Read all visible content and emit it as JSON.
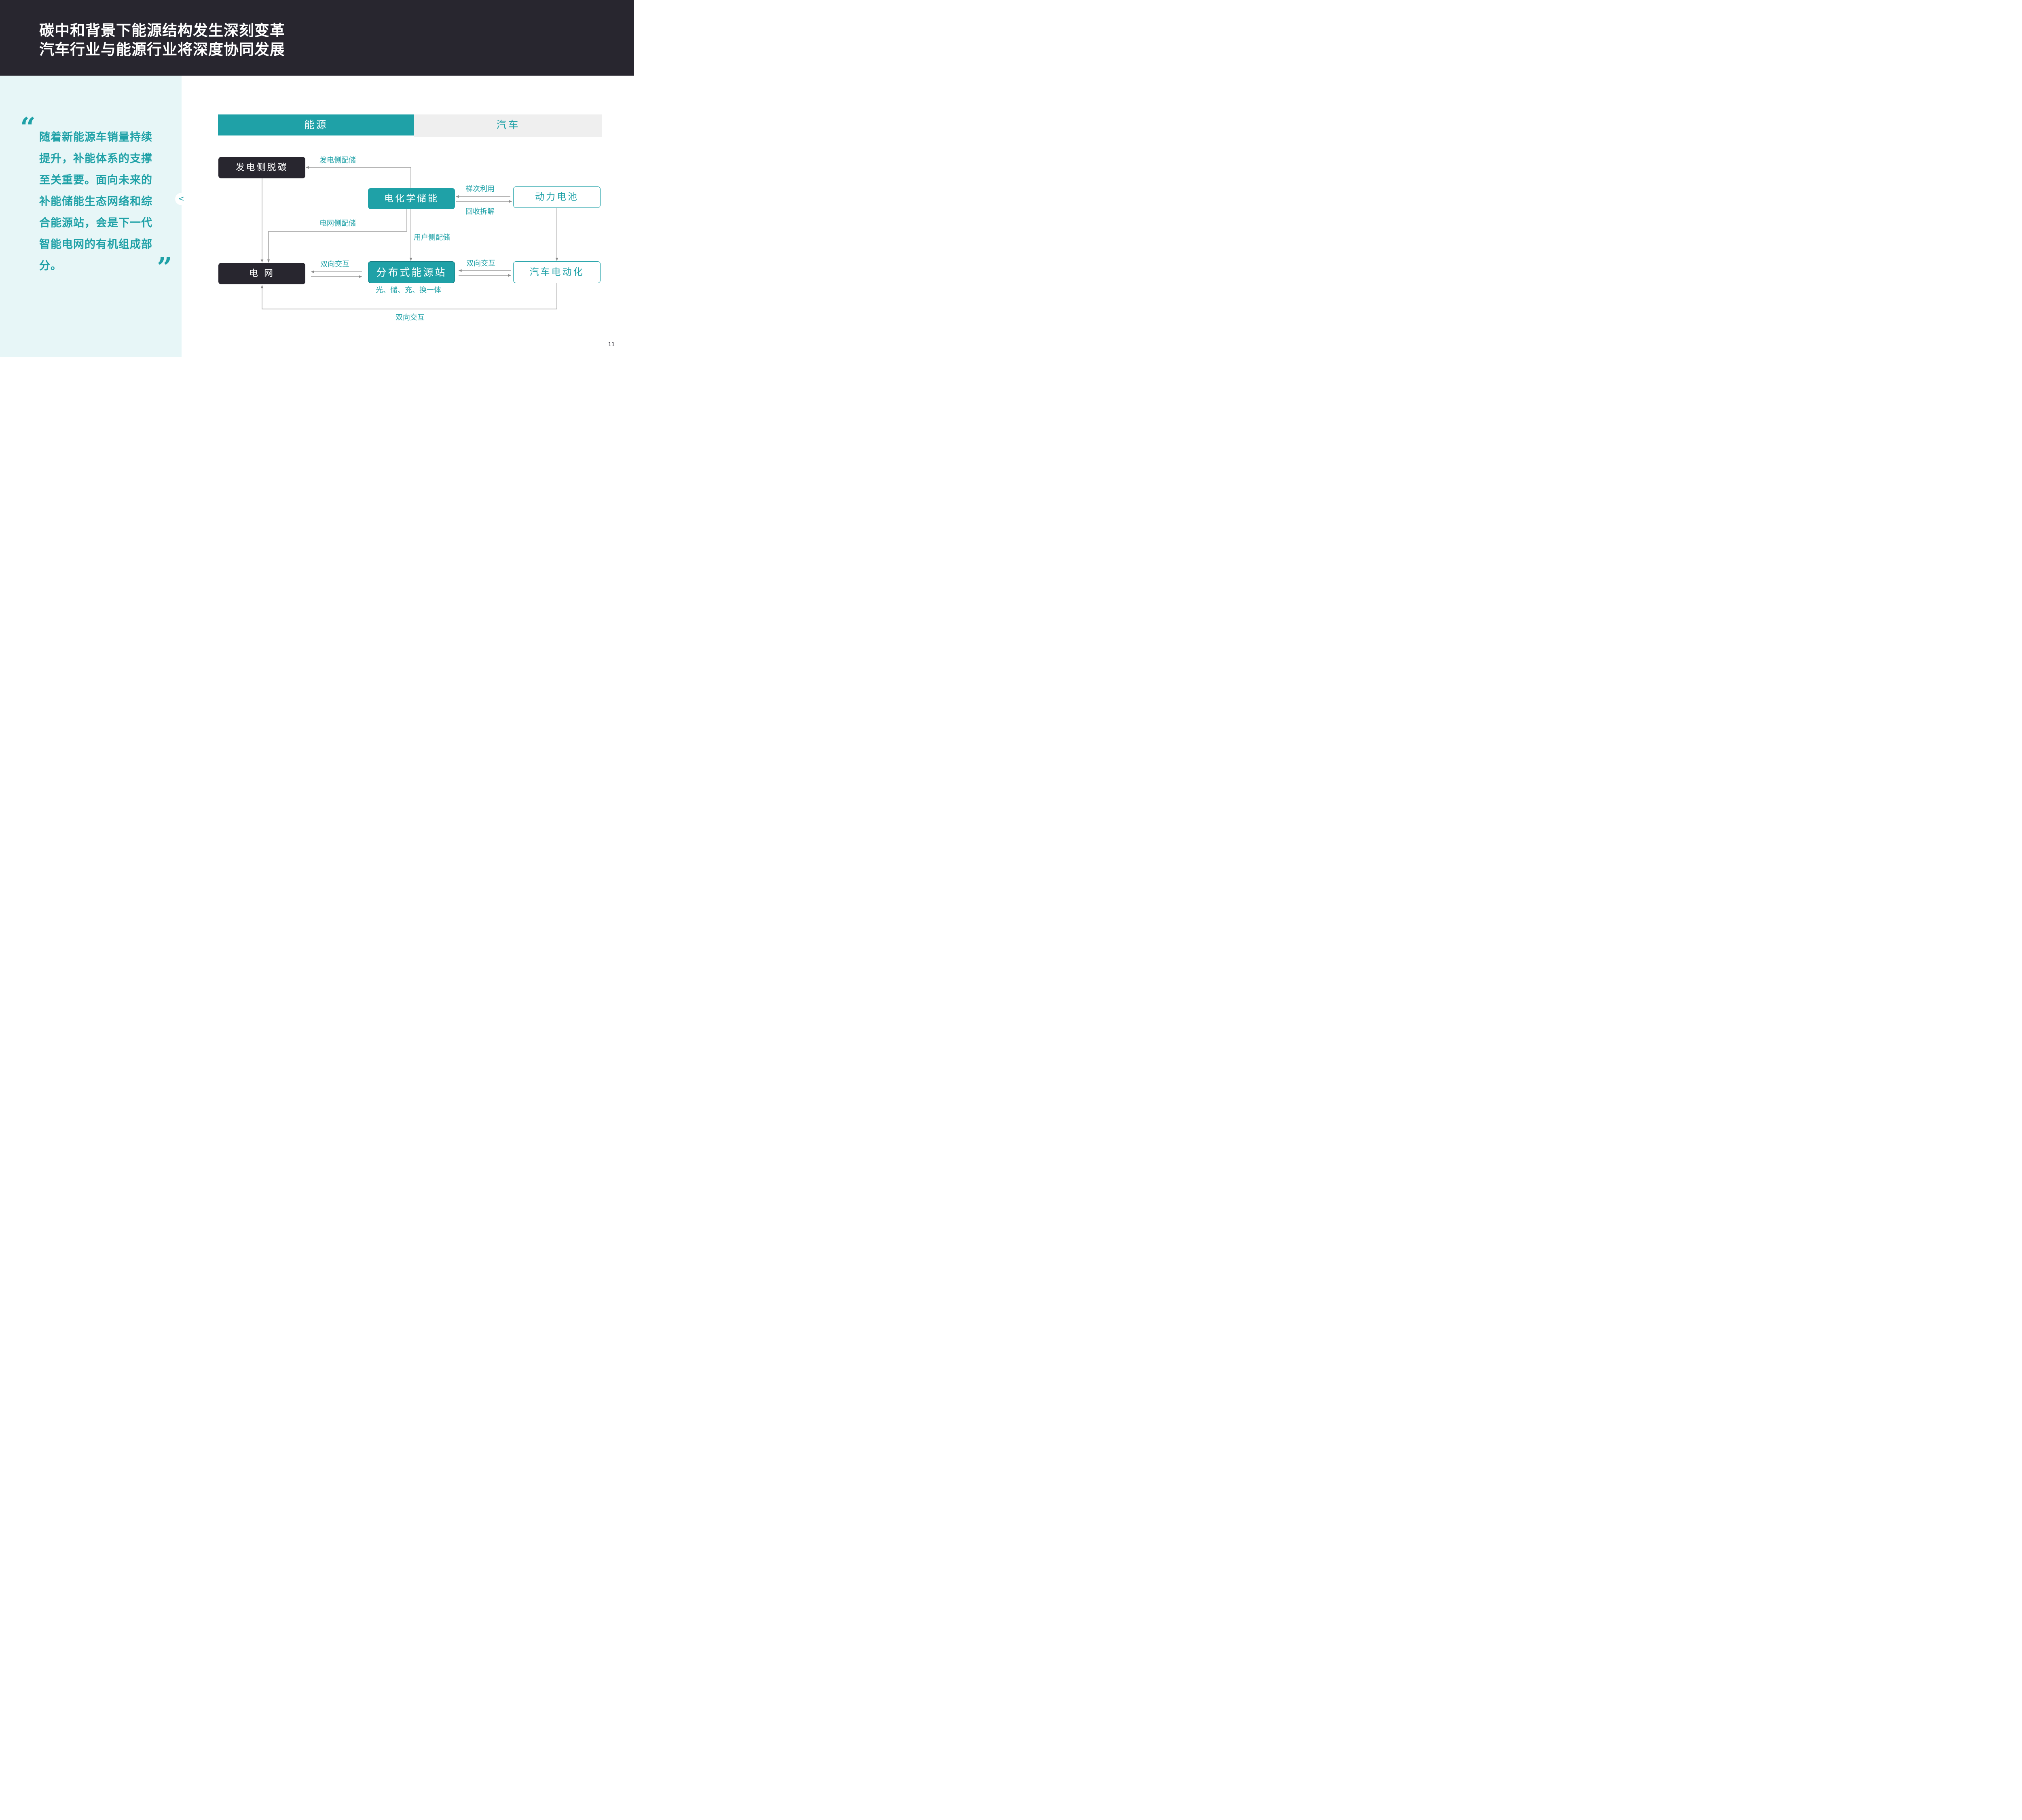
{
  "title": {
    "line1": "碳中和背景下能源结构发生深刻变革",
    "line2": "汽车行业与能源行业将深度协同发展"
  },
  "quote": {
    "open_mark": "“",
    "close_mark": "”",
    "text": "随着新能源车销量持续提升，补能体系的支撑至关重要。面向未来的补能储能生态网络和综合能源站，会是下一代智能电网的有机组成部分。"
  },
  "collapse_button": "<",
  "tabs": {
    "energy": "能源",
    "auto": "汽车"
  },
  "nodes": {
    "generation": "发电侧脱碳",
    "electrochemical": "电化学储能",
    "power_battery": "动力电池",
    "grid": "电 网",
    "distributed": "分布式能源站",
    "electrification": "汽车电动化"
  },
  "labels": {
    "gen_side_storage": "发电侧配储",
    "cascade_use": "梯次利用",
    "recycle": "回收拆解",
    "grid_side_storage": "电网侧配储",
    "user_side_storage": "用户侧配储",
    "bidir_grid_station": "双向交互",
    "bidir_station_car": "双向交互",
    "station_caption": "光、储、充、换一体",
    "bidir_bottom": "双向交互"
  },
  "colors": {
    "teal": "#1fa1a7",
    "dark": "#28262f",
    "light_teal_bg": "#e7f6f7",
    "gray_tab": "#efefef",
    "line": "#8a8a8a"
  },
  "page_number": "11"
}
